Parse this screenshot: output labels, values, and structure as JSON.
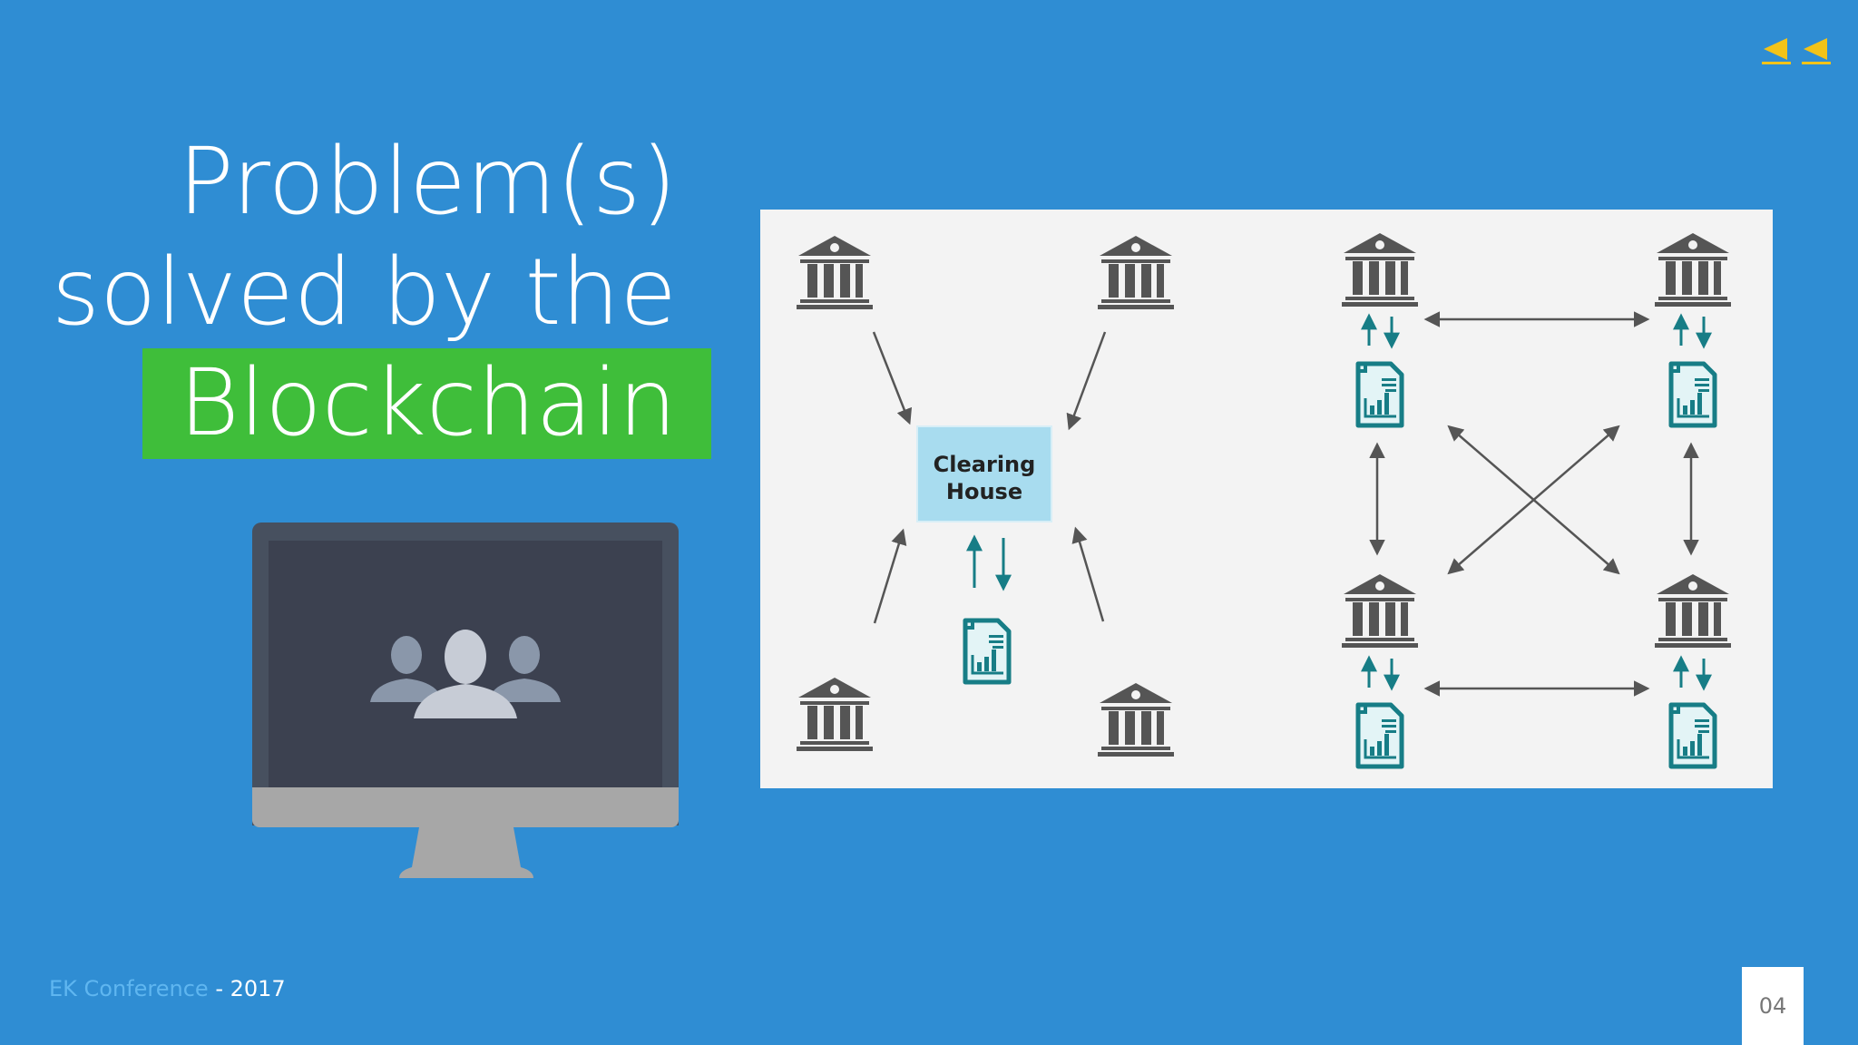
{
  "nav": {
    "prev_icon": "rewind-arrow-icon",
    "first_icon": "rewind-arrow-icon"
  },
  "title": {
    "line1": "Problem(s)",
    "line2": "solved by the",
    "highlight": "Blockchain"
  },
  "diagram": {
    "center_label_line1": "Clearing",
    "center_label_line2": "House"
  },
  "footer": {
    "brand": "EK Conference",
    "separator": " - ",
    "year": "2017"
  },
  "page_number": "04",
  "colors": {
    "background": "#2f8dd3",
    "highlight": "#3fbe3a",
    "accent": "#f3c318",
    "ledger": "#177d86",
    "clearing_box": "#a8dcef"
  }
}
